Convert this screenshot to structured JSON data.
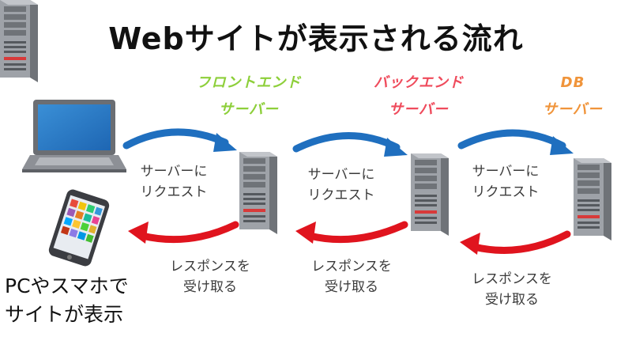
{
  "title": "Webサイトが表示される流れ",
  "servers": [
    {
      "line1": "フロントエンド",
      "line2": "サーバー",
      "color": "#8dcf3a"
    },
    {
      "line1": "バックエンド",
      "line2": "サーバー",
      "color": "#ef4b5c"
    },
    {
      "line1": "DB",
      "line2": "サーバー",
      "color": "#f0943a"
    }
  ],
  "requests": [
    {
      "line1": "サーバーに",
      "line2": "リクエスト"
    },
    {
      "line1": "サーバーに",
      "line2": "リクエスト"
    },
    {
      "line1": "サーバーに",
      "line2": "リクエスト"
    }
  ],
  "responses": [
    {
      "line1": "レスポンスを",
      "line2": "受け取る"
    },
    {
      "line1": "レスポンスを",
      "line2": "受け取る"
    },
    {
      "line1": "レスポンスを",
      "line2": "受け取る"
    }
  ],
  "client": {
    "line1": "PCやスマホで",
    "line2": "サイトが表示"
  },
  "colors": {
    "request_arrow": "#1f6fbf",
    "response_arrow": "#e0141e"
  },
  "icons": [
    "laptop-icon",
    "smartphone-icon",
    "server-icon"
  ]
}
